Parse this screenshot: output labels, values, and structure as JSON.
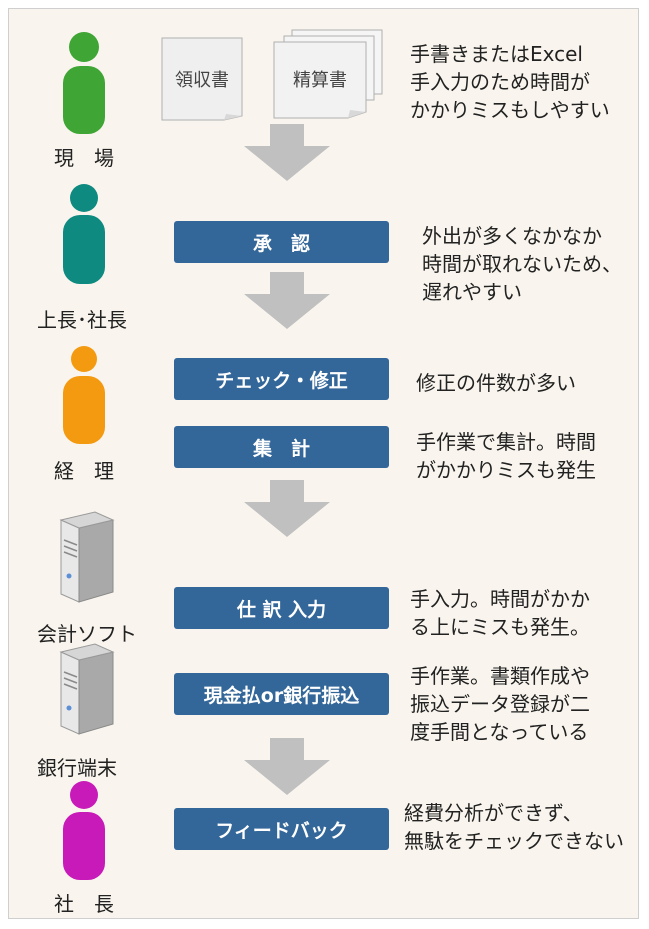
{
  "documents": {
    "receipt": "領収書",
    "settlement": "精算書"
  },
  "actors": {
    "field": "現　場",
    "boss": "上長･社長",
    "accounting": "経　理",
    "software": "会計ソフト",
    "bank_terminal": "銀行端末",
    "president": "社　長"
  },
  "steps": {
    "approval": "承　認",
    "check": "チェック・修正",
    "tally": "集　計",
    "journal": "仕 訳 入力",
    "payment": "現金払or銀行振込",
    "feedback": "フィードバック"
  },
  "notes": {
    "n1": [
      "手書きまたはExcel",
      "手入力のため時間が",
      "かかりミスもしやすい"
    ],
    "n2": [
      "外出が多くなかなか",
      "時間が取れないため、",
      "遅れやすい"
    ],
    "n3": [
      "修正の件数が多い"
    ],
    "n4": [
      "手作業で集計。時間",
      "がかかりミスも発生"
    ],
    "n5": [
      "手入力。時間がかか",
      "る上にミスも発生。"
    ],
    "n6": [
      "手作業。書類作成や",
      "振込データ登録が二",
      "度手間となっている"
    ],
    "n7": [
      "経費分析ができず、",
      "無駄をチェックできない"
    ]
  },
  "colors": {
    "field": "#3fa535",
    "boss": "#0f8a80",
    "accounting": "#f39a10",
    "president": "#c81ab8",
    "step": "#336699",
    "arrow": "#c0c0c0",
    "background": "#f9f5ee"
  }
}
